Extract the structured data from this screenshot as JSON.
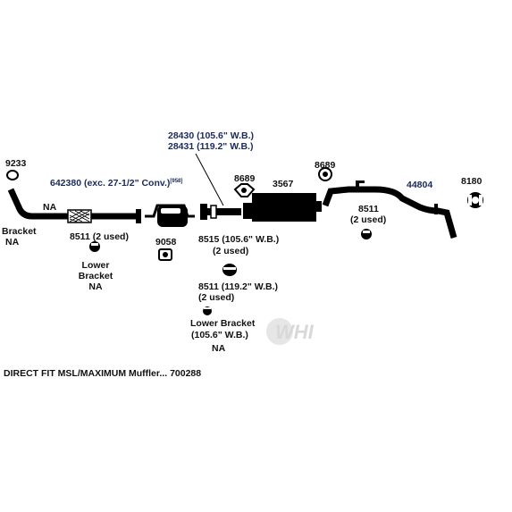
{
  "parts": {
    "p9233": "9233",
    "p642380": "642380 (exc. 27-1/2\" Conv.)",
    "p642380_ref": "[958]",
    "na_pipe": "NA",
    "bracket": "Bracket",
    "bracket_na": "NA",
    "p8511_a": "8511 (2 used)",
    "lower_bracket_a1": "Lower",
    "lower_bracket_a2": "Bracket",
    "lower_bracket_a3": "NA",
    "p9058": "9058",
    "p28430": "28430 (105.6\" W.B.)",
    "p28431": "28431 (119.2\" W.B.)",
    "p8689_a": "8689",
    "p3567": "3567",
    "p8689_b": "8689",
    "p44804": "44804",
    "p8180": "8180",
    "p8511_b1": "8511",
    "p8511_b2": "(2 used)",
    "p8515_1": "8515 (105.6\" W.B.)",
    "p8515_2": "(2 used)",
    "p8511_c1": "8511 (119.2\" W.B.)",
    "p8511_c2": "(2 used)",
    "lower_bracket_b1": "Lower Bracket",
    "lower_bracket_b2": "(105.6\" W.B.)",
    "lower_bracket_b3": "NA"
  },
  "footer": "DIRECT FIT MSL/MAXIMUM Muffler... 700288",
  "watermark": "WHI"
}
